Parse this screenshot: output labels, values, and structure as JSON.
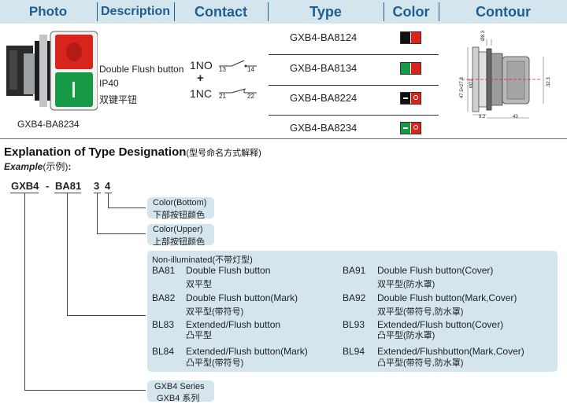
{
  "header": {
    "photo": "Photo",
    "description": "Description",
    "contact": "Contact",
    "type": "Type",
    "color": "Color",
    "contour": "Contour"
  },
  "product": {
    "photo_caption": "GXB4-BA8234",
    "desc_line1": "Double Flush button",
    "desc_line2": "IP40",
    "desc_line3": "双键平钮",
    "contact_no": "1NO",
    "contact_plus": "+",
    "contact_nc": "1NC",
    "terminal_no_a": "13",
    "terminal_no_b": "14",
    "terminal_nc_a": "21",
    "terminal_nc_b": "22"
  },
  "types": [
    {
      "code": "GXB4-BA8124",
      "color_left": "#111111",
      "color_right": "#d9241c",
      "marks": false
    },
    {
      "code": "GXB4-BA8134",
      "color_left": "#169a45",
      "color_right": "#d9241c",
      "marks": false
    },
    {
      "code": "GXB4-BA8224",
      "color_left": "#111111",
      "color_right": "#d9241c",
      "marks": true
    },
    {
      "code": "GXB4-BA8234",
      "color_left": "#169a45",
      "color_right": "#d9241c",
      "marks": true
    }
  ],
  "contour": {
    "dim_top": "Ø8.3",
    "dim_left": "47.5×27.8",
    "dim_m22": "M22",
    "dim_right": "32.3",
    "dim_bottom_a": "9.2",
    "dim_bottom_b": "43"
  },
  "explanation": {
    "title": "Explanation of Type Designation",
    "title_cn": "(型号命名方式解释)",
    "example": "Example",
    "example_cn": "(示例)",
    "example_colon": ":",
    "code_parts": [
      "GXB4",
      "-",
      "BA81",
      "3",
      "4"
    ]
  },
  "labels": {
    "color_bottom_en": "Color(Bottom)",
    "color_bottom_cn": "下部按钮颜色",
    "color_upper_en": "Color(Upper)",
    "color_upper_cn": "上部按钮颜色",
    "series_en": "GXB4 Series",
    "series_cn": "GXB4 系列"
  },
  "non_illuminated": {
    "title": "Non-illuminated",
    "title_cn": "(不带灯型)",
    "items": [
      {
        "code": "BA81",
        "en": "Double Flush button",
        "cn": "双平型"
      },
      {
        "code": "BA82",
        "en": "Double Flush button(Mark)",
        "cn": "双平型(带符号)"
      },
      {
        "code": "BL83",
        "en": "Extended/Flush button",
        "cn": "凸平型"
      },
      {
        "code": "BL84",
        "en": "Extended/Flush button(Mark)",
        "cn": "凸平型(带符号)"
      },
      {
        "code": "BA91",
        "en": "Double Flush button(Cover)",
        "cn": "双平型(防水罩)"
      },
      {
        "code": "BA92",
        "en": "Double Flush button(Mark,Cover)",
        "cn": "双平型(带符号,防水罩)"
      },
      {
        "code": "BL93",
        "en": "Extended/Flush button(Cover)",
        "cn": "凸平型(防水罩)"
      },
      {
        "code": "BL94",
        "en": "Extended/Flushbutton(Mark,Cover)",
        "cn": "凸平型(带符号,防水罩)"
      }
    ]
  }
}
